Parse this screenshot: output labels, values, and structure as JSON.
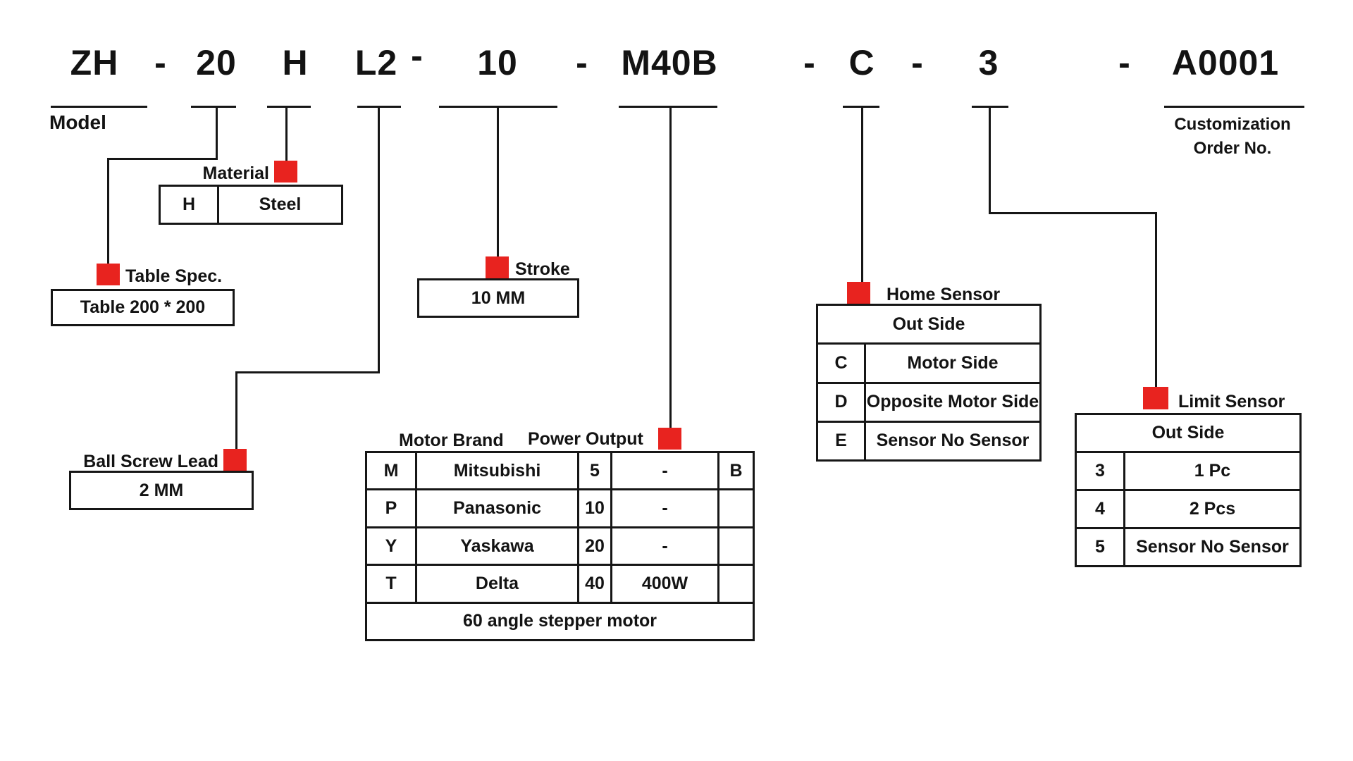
{
  "colors": {
    "accent": "#e8231f",
    "line": "#161616",
    "text": "#131313",
    "background": "#ffffff"
  },
  "code": {
    "segments": [
      "ZH",
      "-",
      "20",
      "H",
      "L2",
      "-",
      "10",
      "-",
      "M40B",
      "-",
      "C",
      "-",
      "3",
      "-",
      "A0001"
    ]
  },
  "model": {
    "label": "Model"
  },
  "customization": {
    "line1": "Customization",
    "line2": "Order No."
  },
  "material": {
    "label": "Material",
    "code": "H",
    "value": "Steel"
  },
  "table_spec": {
    "label": "Table Spec.",
    "value": "Table  200 * 200"
  },
  "stroke": {
    "label": "Stroke",
    "value": "10 MM"
  },
  "ball_screw": {
    "label": "Ball Screw Lead",
    "value": "2 MM"
  },
  "motor": {
    "brand_label": "Motor Brand",
    "power_label": "Power Output",
    "footer": "60 angle stepper motor",
    "rows": [
      {
        "code": "M",
        "brand": "Mitsubishi",
        "power_code": "5",
        "power": "-",
        "extra": "B"
      },
      {
        "code": "P",
        "brand": "Panasonic",
        "power_code": "10",
        "power": "-",
        "extra": ""
      },
      {
        "code": "Y",
        "brand": "Yaskawa",
        "power_code": "20",
        "power": "-",
        "extra": ""
      },
      {
        "code": "T",
        "brand": "Delta",
        "power_code": "40",
        "power": "400W",
        "extra": ""
      }
    ]
  },
  "home_sensor": {
    "label": "Home Sensor",
    "header": "Out Side",
    "rows": [
      {
        "code": "C",
        "value": "Motor Side"
      },
      {
        "code": "D",
        "value": "Opposite Motor Side"
      },
      {
        "code": "E",
        "value": "Sensor No Sensor"
      }
    ]
  },
  "limit_sensor": {
    "label": "Limit Sensor",
    "header": "Out Side",
    "rows": [
      {
        "code": "3",
        "value": "1 Pc"
      },
      {
        "code": "4",
        "value": "2 Pcs"
      },
      {
        "code": "5",
        "value": "Sensor No Sensor"
      }
    ]
  }
}
